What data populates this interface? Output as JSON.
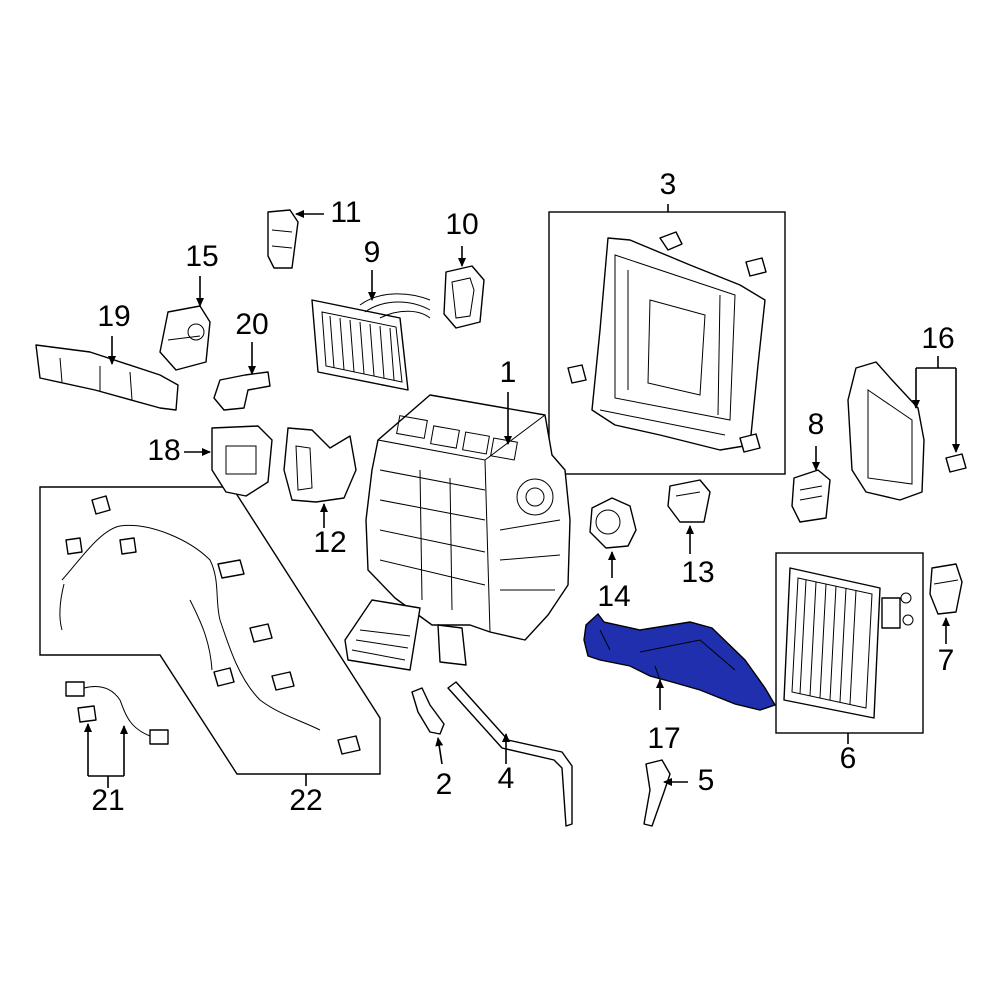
{
  "colors": {
    "highlight": "#1f2fae",
    "line": "#000000",
    "background": "#ffffff"
  },
  "callouts": {
    "c1": "1",
    "c2": "2",
    "c3": "3",
    "c4": "4",
    "c5": "5",
    "c6": "6",
    "c7": "7",
    "c8": "8",
    "c9": "9",
    "c10": "10",
    "c11": "11",
    "c12": "12",
    "c13": "13",
    "c14": "14",
    "c15": "15",
    "c16": "16",
    "c17": "17",
    "c18": "18",
    "c19": "19",
    "c20": "20",
    "c21": "21",
    "c22": "22"
  },
  "highlighted_part": "17"
}
